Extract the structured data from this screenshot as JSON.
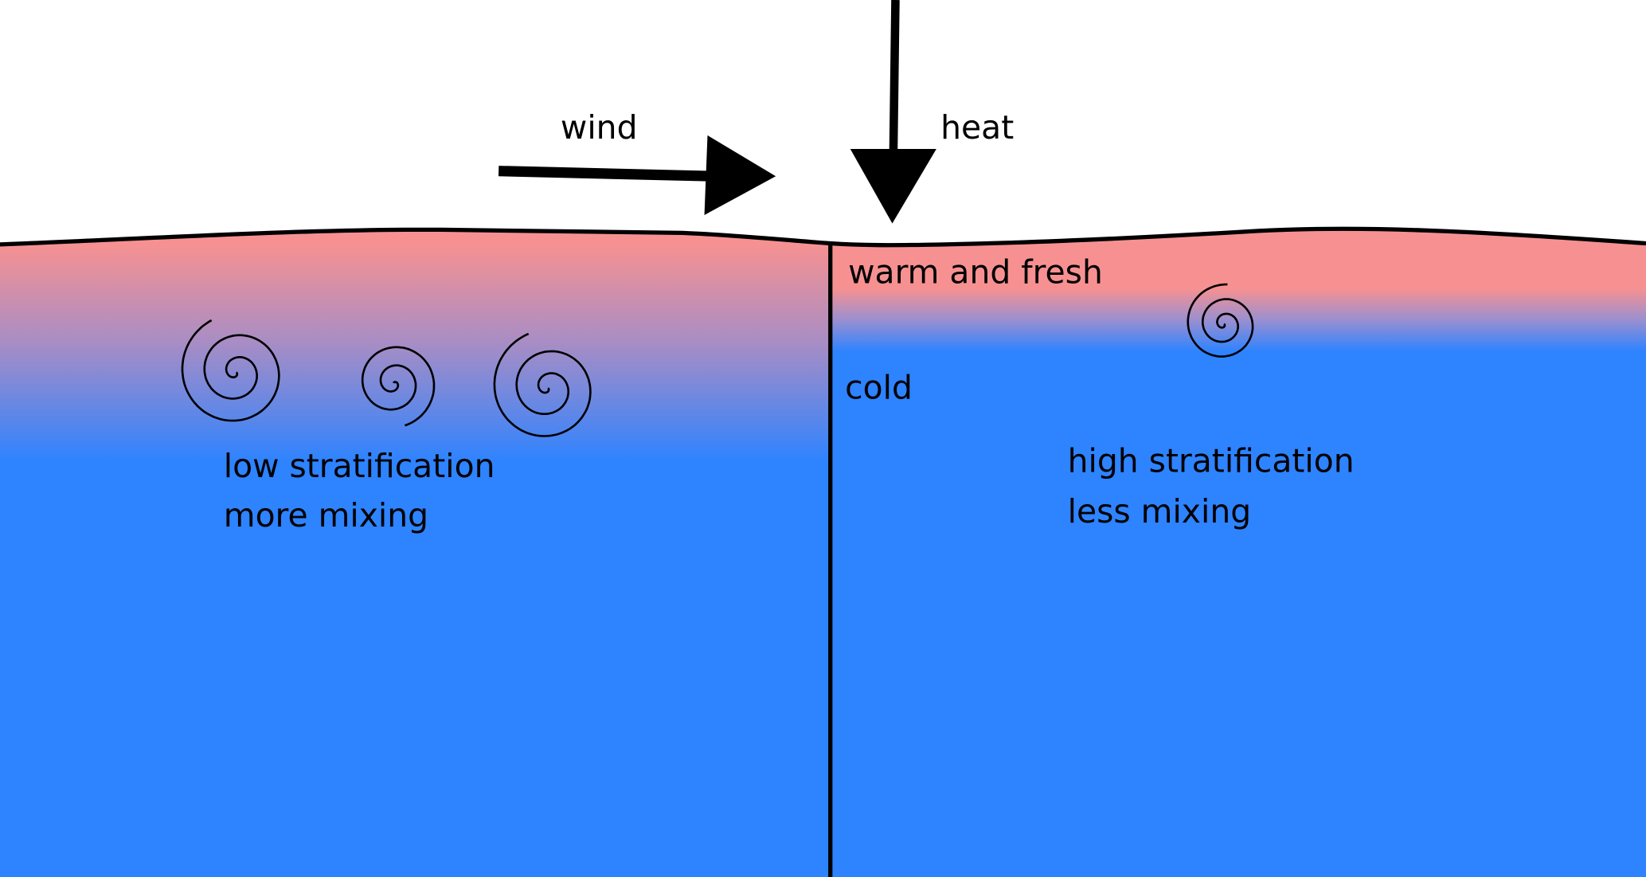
{
  "labels": {
    "wind": "wind",
    "heat": "heat",
    "warm_fresh": "warm and fresh",
    "cold": "cold",
    "left_line1": "low stratification",
    "left_line2": "more mixing",
    "right_line1": "high stratification",
    "right_line2": "less mixing"
  },
  "colors": {
    "warm": "#f79191",
    "cold": "#2e83ff",
    "mid": "#a98dc4"
  }
}
